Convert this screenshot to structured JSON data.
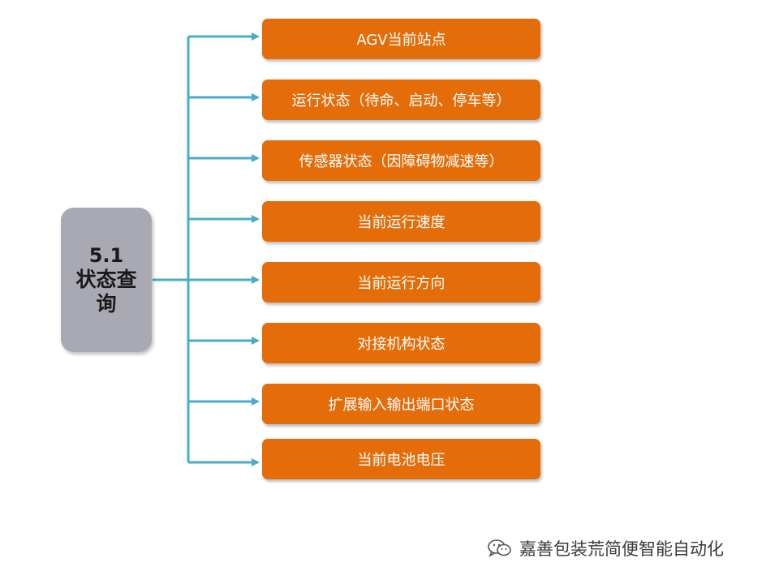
{
  "root": {
    "line1": "5.1",
    "line2": "状态查",
    "line3": "询"
  },
  "items": [
    "AGV当前站点",
    "运行状态（待命、启动、停车等）",
    "传感器状态（因障碍物减速等）",
    "当前运行速度",
    "当前运行方向",
    "对接机构状态",
    "扩展输入输出端口状态",
    "当前电池电压"
  ],
  "watermark": {
    "text": "嘉善包装荒简便智能自动化"
  },
  "colors": {
    "item_fill": "#e46d0a",
    "root_fill": "#a9a9b3",
    "connector": "#4bacc6"
  }
}
